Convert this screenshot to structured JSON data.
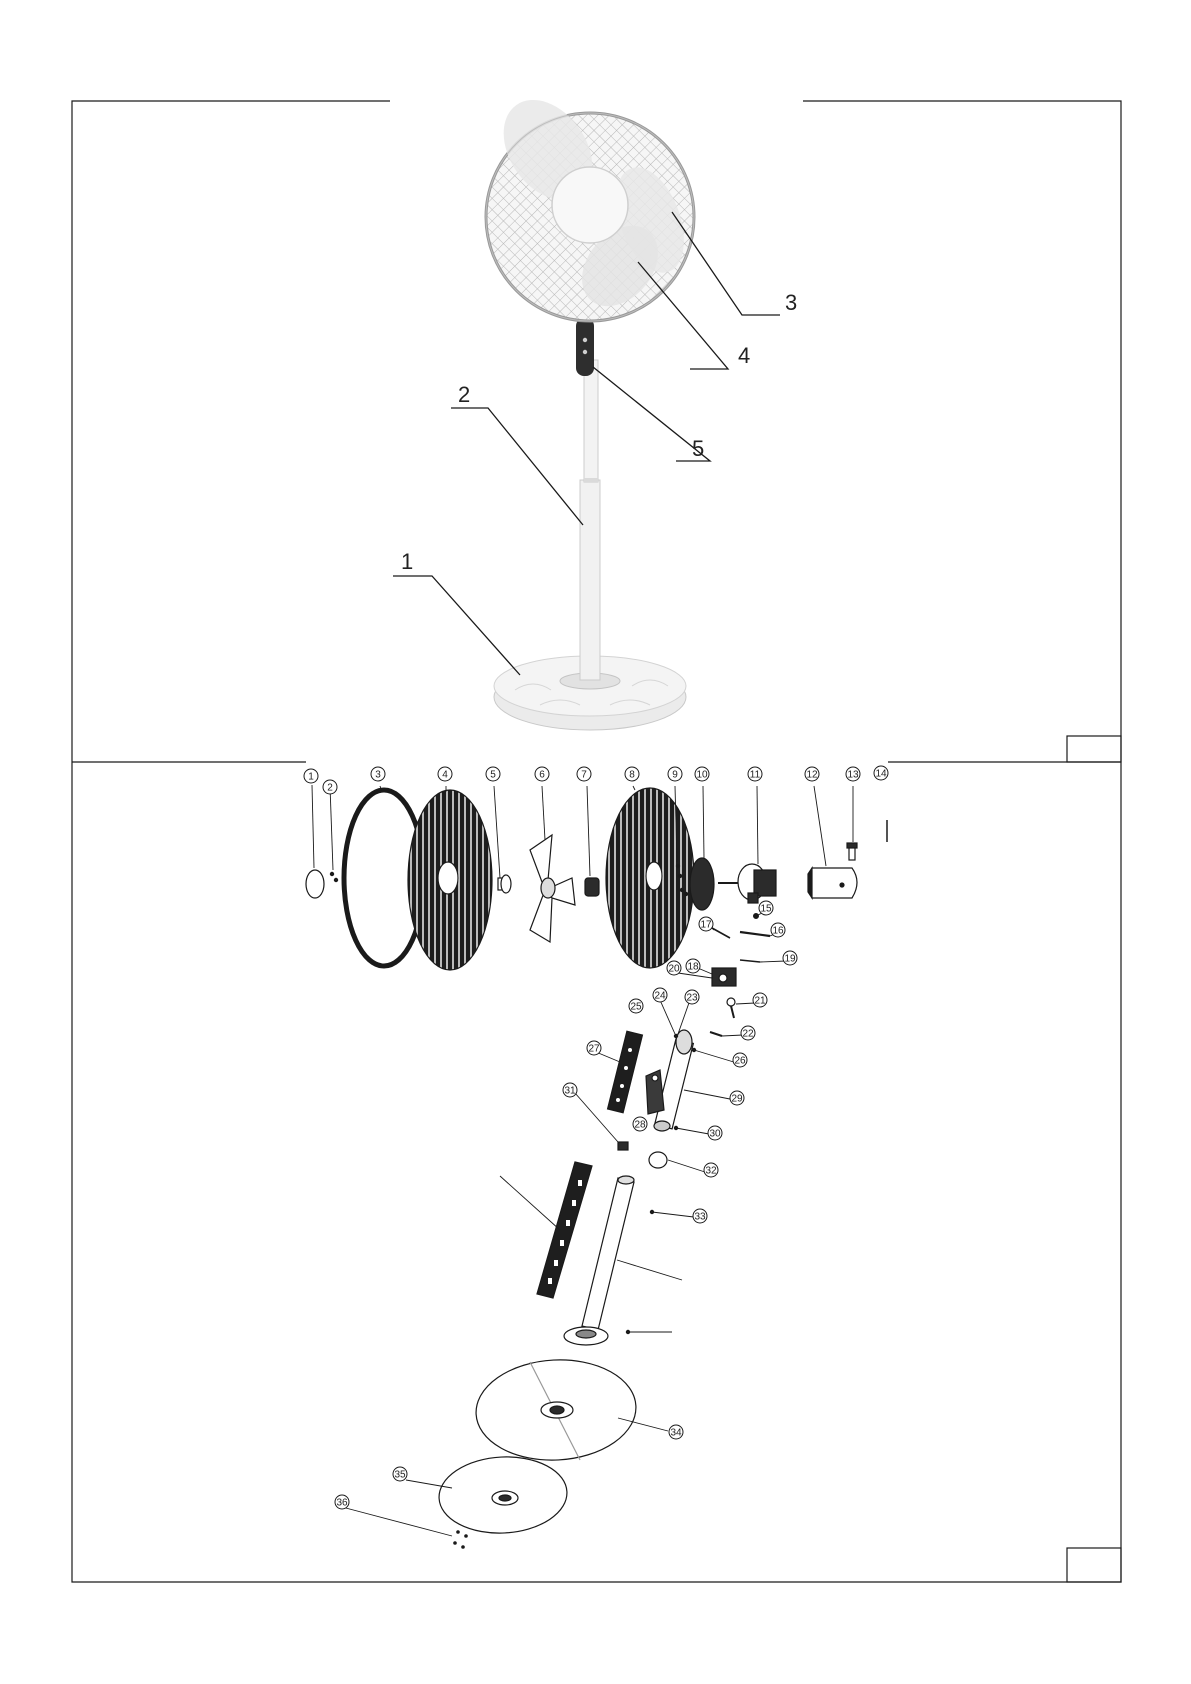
{
  "assembly_view": {
    "callouts": [
      {
        "label": "1",
        "part": "base"
      },
      {
        "label": "2",
        "part": "pole"
      },
      {
        "label": "3",
        "part": "front grille"
      },
      {
        "label": "4",
        "part": "fan blade"
      },
      {
        "label": "5",
        "part": "control panel"
      }
    ]
  },
  "exploded_view": {
    "part_numbers": [
      "1",
      "2",
      "3",
      "4",
      "5",
      "6",
      "7",
      "8",
      "9",
      "10",
      "11",
      "12",
      "13",
      "14",
      "15",
      "16",
      "17",
      "18",
      "19",
      "20",
      "21",
      "22",
      "23",
      "24",
      "25",
      "26",
      "27",
      "28",
      "29",
      "30",
      "31",
      "32",
      "33",
      "34",
      "35",
      "36"
    ]
  },
  "colors": {
    "line": "#1a1a1a",
    "part_fill": "#2b2b2b",
    "fan_body": "#eeeeee",
    "paper": "#ffffff"
  }
}
